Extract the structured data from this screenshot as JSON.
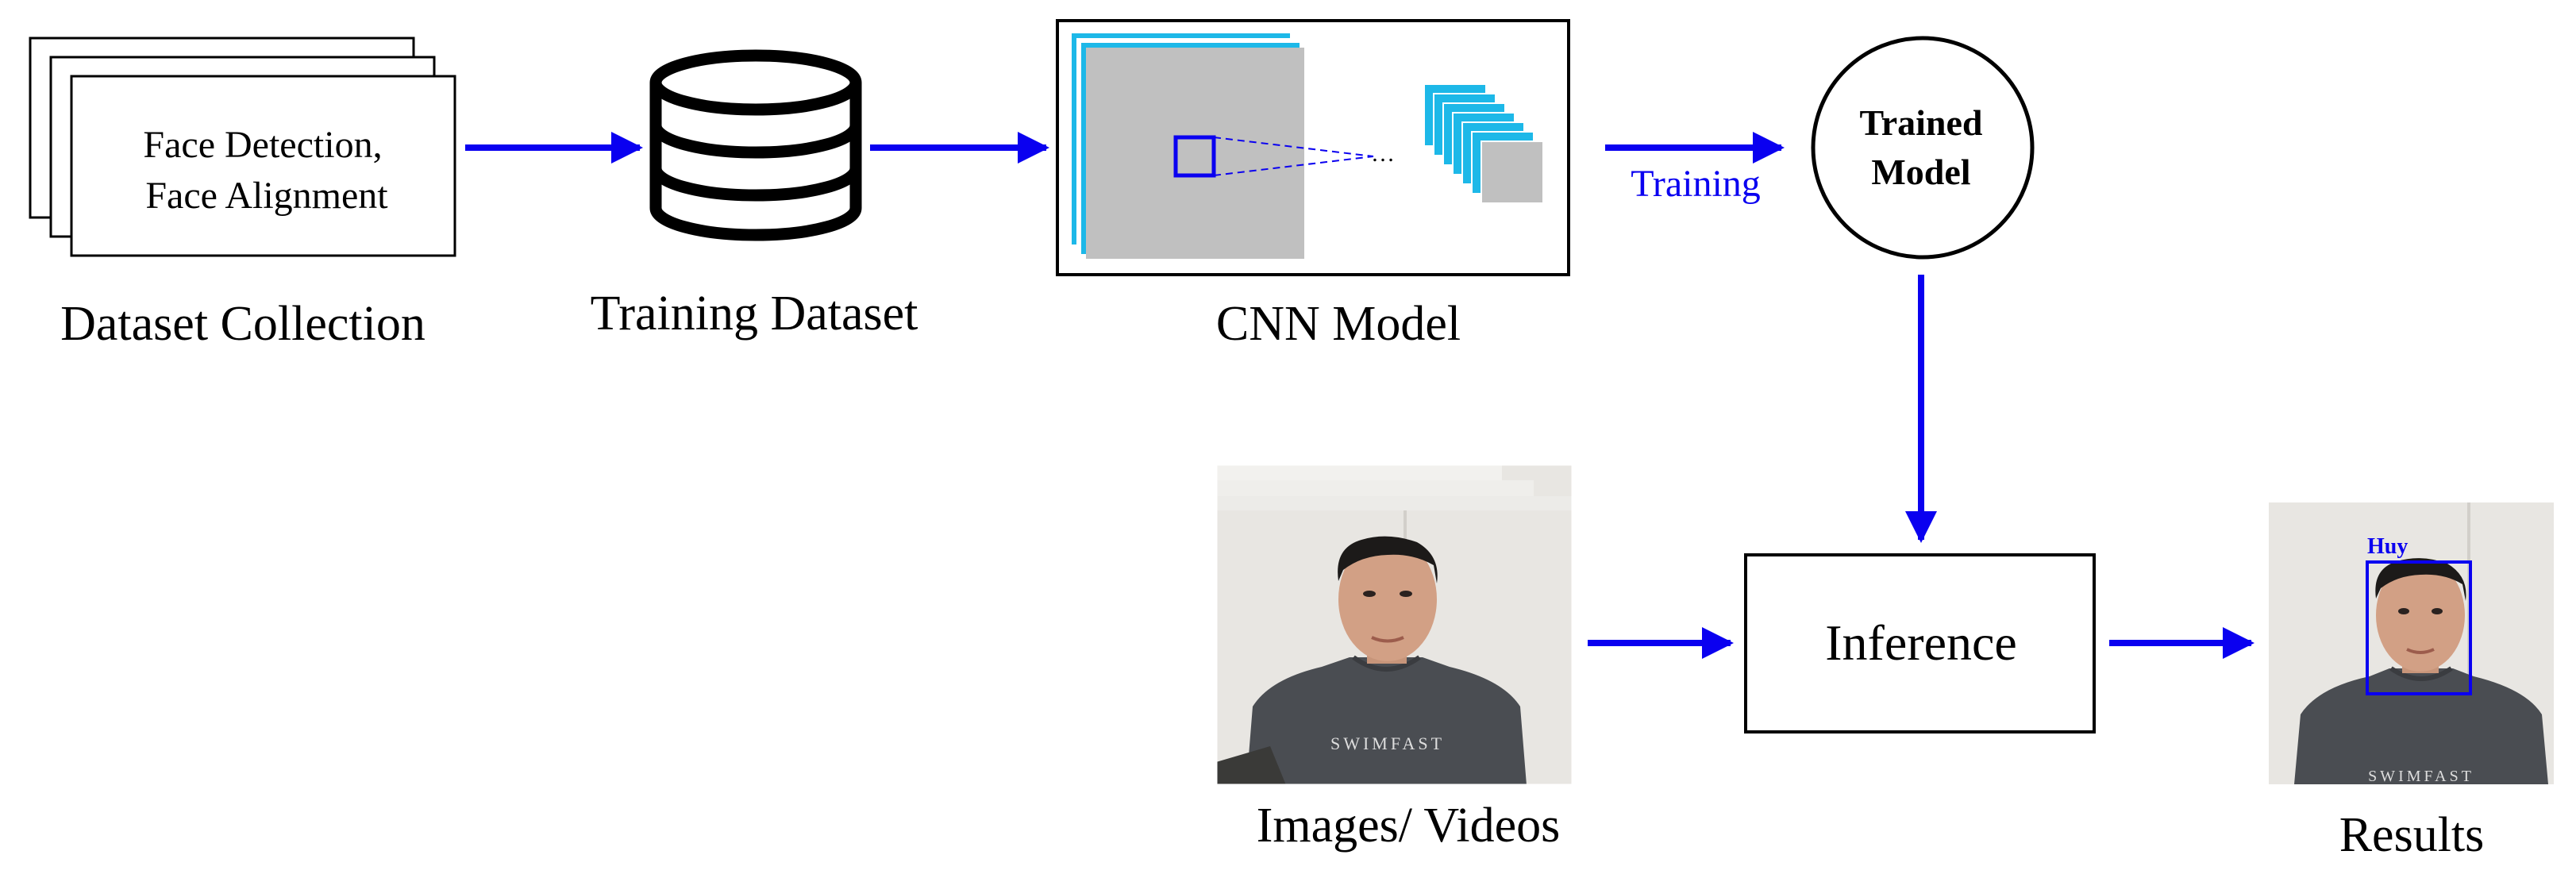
{
  "stages": {
    "dataset_collection": {
      "box_text_line1": "Face Detection,",
      "box_text_line2": "Face Alignment",
      "caption": "Dataset Collection"
    },
    "training_dataset": {
      "caption": "Training Dataset"
    },
    "cnn_model": {
      "caption": "CNN Model"
    },
    "training_edge": {
      "label": "Training"
    },
    "trained_model": {
      "line1": "Trained",
      "line2": "Model"
    },
    "images_videos": {
      "caption": "Images/ Videos",
      "shirt_text": "SWIMFAST"
    },
    "inference": {
      "label": "Inference"
    },
    "results": {
      "caption": "Results",
      "detection_name": "Huy",
      "shirt_text": "SWIMFAST"
    }
  },
  "colors": {
    "arrow": "#0a00f0",
    "cnn_accent": "#1db8e8",
    "feature_gray": "#c0c0c0",
    "outline": "#000000",
    "photo_background": "#e4e2de"
  },
  "icons": [
    "database-icon",
    "person-photo"
  ]
}
